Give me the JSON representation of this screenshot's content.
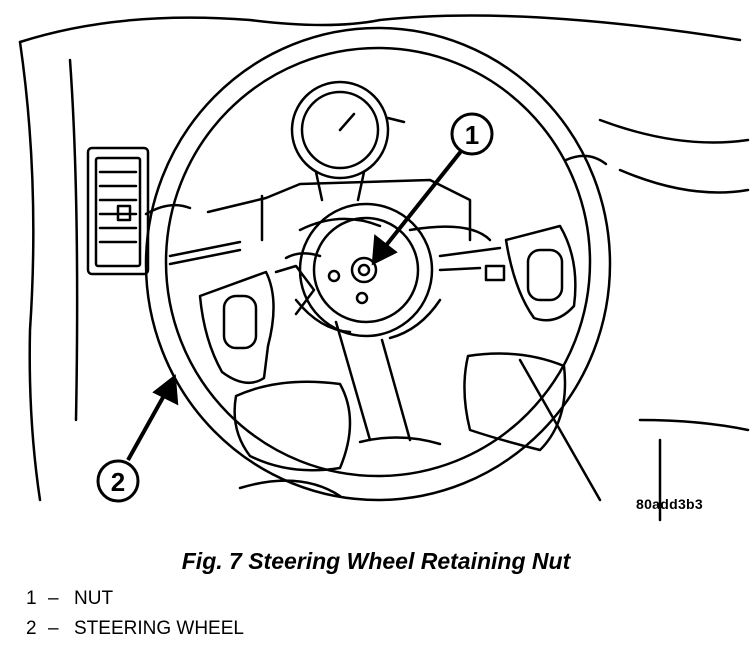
{
  "figure": {
    "callouts": [
      {
        "number": "1"
      },
      {
        "number": "2"
      }
    ],
    "ref_code": "80add3b3"
  },
  "caption": "Fig. 7 Steering Wheel Retaining Nut",
  "legend": [
    {
      "num": "1",
      "dash": "–",
      "label": "NUT"
    },
    {
      "num": "2",
      "dash": "–",
      "label": "STEERING WHEEL"
    }
  ]
}
